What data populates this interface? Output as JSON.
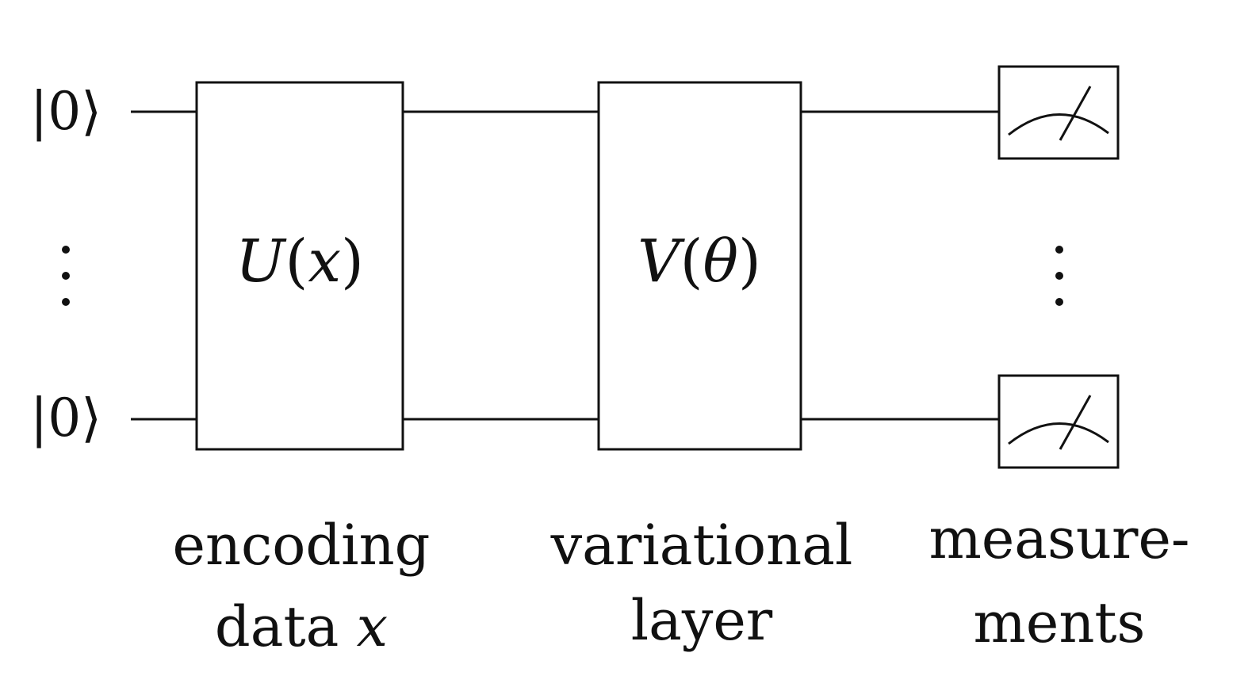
{
  "diagram": {
    "inputs": {
      "top_state": "|0⟩",
      "bottom_state": "|0⟩"
    },
    "gates": {
      "encoding": {
        "name": "U",
        "argument": "x"
      },
      "variational": {
        "name": "V",
        "argument": "θ"
      }
    },
    "labels": {
      "encoding_line1": "encoding",
      "encoding_line2": "data",
      "encoding_var": "x",
      "variational_line1": "variational",
      "variational_line2": "layer",
      "measurement_line1": "measure-",
      "measurement_line2": "ments"
    },
    "colors": {
      "stroke": "#111111",
      "background": "#ffffff"
    }
  }
}
